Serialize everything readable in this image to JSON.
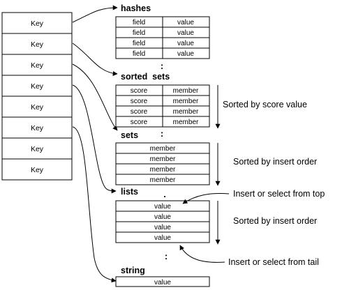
{
  "keys": [
    "Key",
    "Key",
    "Key",
    "Key",
    "Key",
    "Key",
    "Key",
    "Key"
  ],
  "hashes": {
    "title": "hashes",
    "rows": [
      [
        "field",
        "value"
      ],
      [
        "field",
        "value"
      ],
      [
        "field",
        "value"
      ],
      [
        "field",
        "value"
      ]
    ],
    "ellipsis": ":"
  },
  "sorted_sets": {
    "title": "sorted  sets",
    "rows": [
      [
        "score",
        "member"
      ],
      [
        "score",
        "member"
      ],
      [
        "score",
        "member"
      ],
      [
        "score",
        "member"
      ]
    ],
    "ellipsis": ":",
    "note": "Sorted by score value"
  },
  "sets": {
    "title": "sets",
    "rows": [
      "member",
      "member",
      "member",
      "member"
    ],
    "ellipsis": ":",
    "note": "Sorted by insert order"
  },
  "lists": {
    "title": "lists",
    "rows": [
      "value",
      "value",
      "value",
      "value"
    ],
    "ellipsis_top": ".",
    "ellipsis": ":",
    "note": "Sorted by insert order",
    "top_note": "Insert or select from top",
    "tail_note": "Insert or select from tail"
  },
  "string": {
    "title": "string",
    "rows": [
      "value"
    ]
  }
}
